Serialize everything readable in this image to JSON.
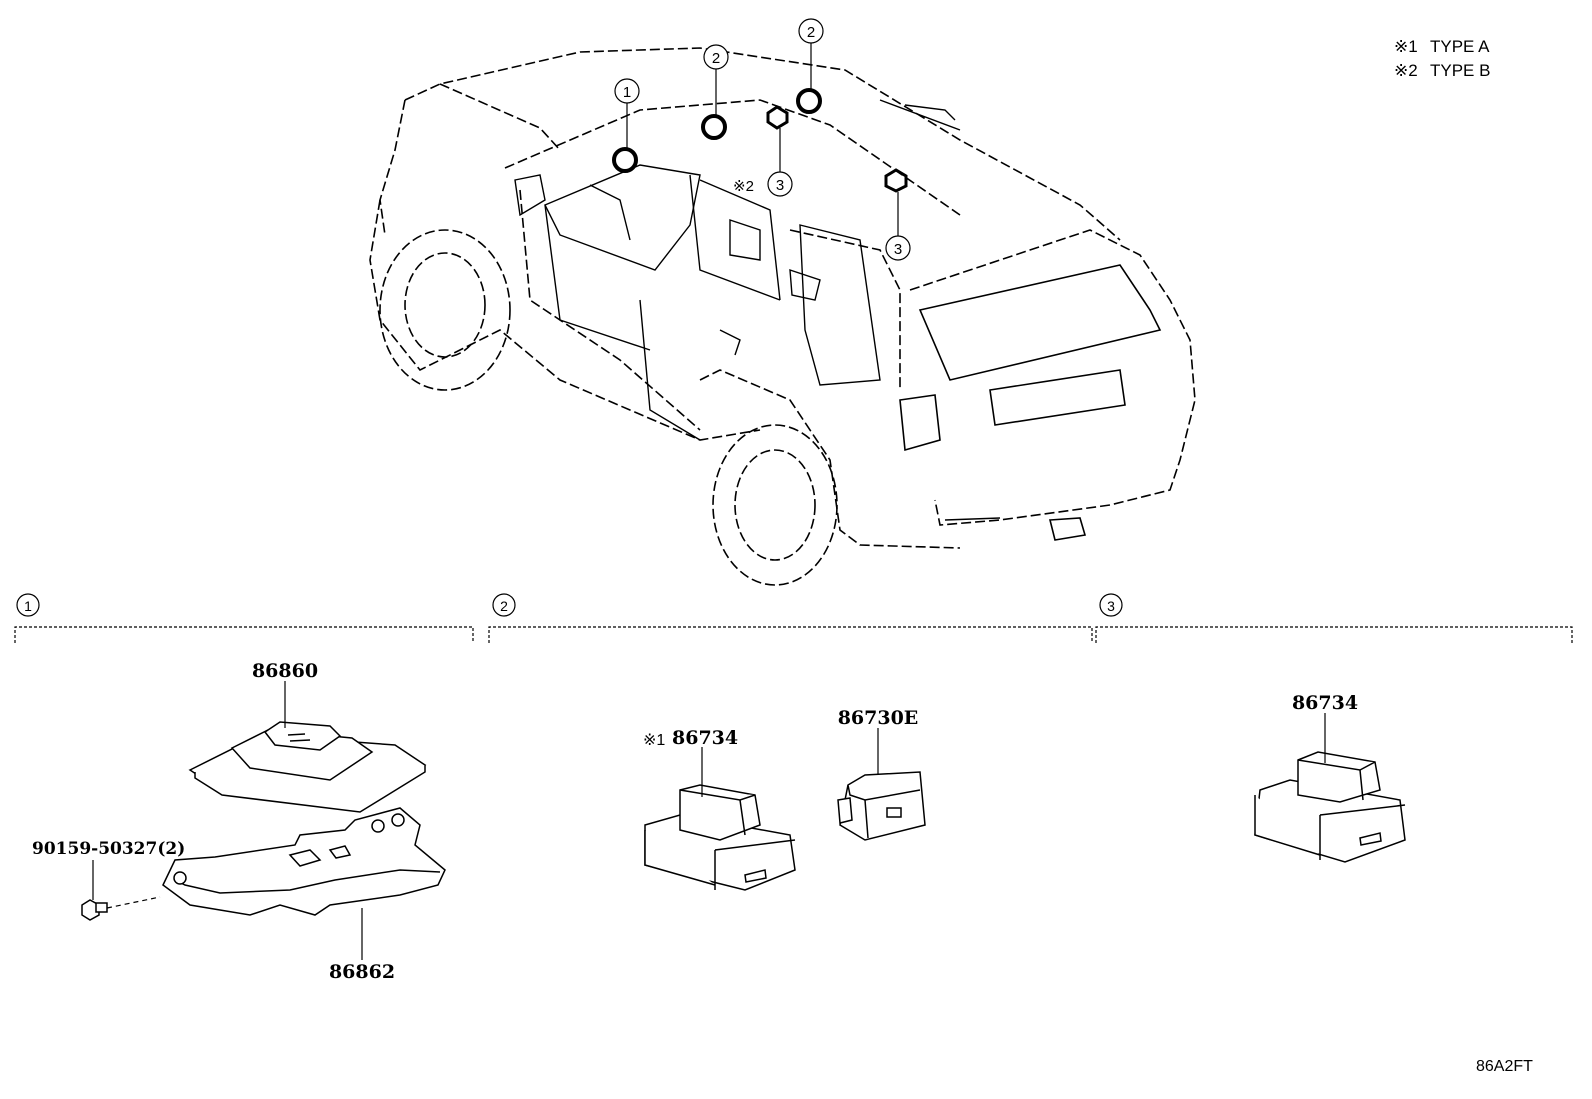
{
  "legend": {
    "items": [
      {
        "mark": "※1",
        "text": "TYPE A"
      },
      {
        "mark": "※2",
        "text": "TYPE B"
      }
    ]
  },
  "vehicle_callouts": {
    "c1": "1",
    "c2a": "2",
    "c2b": "2",
    "c3a": "3",
    "c3b": "3",
    "type_b_mark": "※2"
  },
  "groups": [
    {
      "id": "1",
      "label": "1"
    },
    {
      "id": "2",
      "label": "2"
    },
    {
      "id": "3",
      "label": "3"
    }
  ],
  "parts": {
    "g1_module": "86860",
    "g1_bracket": "86862",
    "g1_bolt": "90159-50327(2)",
    "g2_type_mark": "※1",
    "g2_unit": "86734",
    "g2_antenna": "86730E",
    "g3_unit": "86734"
  },
  "diagram_code": "86A2FT"
}
